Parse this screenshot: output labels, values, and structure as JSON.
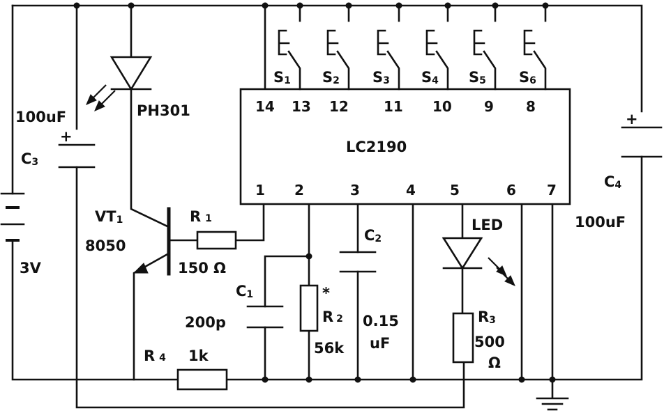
{
  "ic": {
    "name": "LC2190",
    "pins_top": [
      "14",
      "13",
      "12",
      "11",
      "10",
      "9",
      "8"
    ],
    "pins_bottom": [
      "1",
      "2",
      "3",
      "4",
      "5",
      "6",
      "7"
    ]
  },
  "switches": [
    {
      "letter": "S",
      "index": "1"
    },
    {
      "letter": "S",
      "index": "2"
    },
    {
      "letter": "S",
      "index": "3"
    },
    {
      "letter": "S",
      "index": "4"
    },
    {
      "letter": "S",
      "index": "5"
    },
    {
      "letter": "S",
      "index": "6"
    }
  ],
  "battery": {
    "voltage": "3V"
  },
  "c3": {
    "letter": "C",
    "index": "3",
    "value": "100uF"
  },
  "c4": {
    "letter": "C",
    "index": "4",
    "value": "100uF"
  },
  "c1": {
    "letter": "C",
    "index": "1",
    "value": "200p"
  },
  "c2": {
    "letter": "C",
    "index": "2",
    "value_line1": "0.15",
    "value_line2": "uF"
  },
  "ph": {
    "name": "PH301"
  },
  "vt1": {
    "letter": "VT",
    "index": "1",
    "type": "8050"
  },
  "r1": {
    "letter": "R",
    "index": "1",
    "value": "150 Ω"
  },
  "r2": {
    "letter": "R",
    "index": "2",
    "mark": "*",
    "value": "56k"
  },
  "r3": {
    "letter": "R",
    "index": "3",
    "value_line1": "500",
    "value_line2": "Ω"
  },
  "r4": {
    "letter": "R",
    "index": "4",
    "value": "1k"
  },
  "led": {
    "name": "LED"
  },
  "polarity": {
    "plus": "+"
  }
}
